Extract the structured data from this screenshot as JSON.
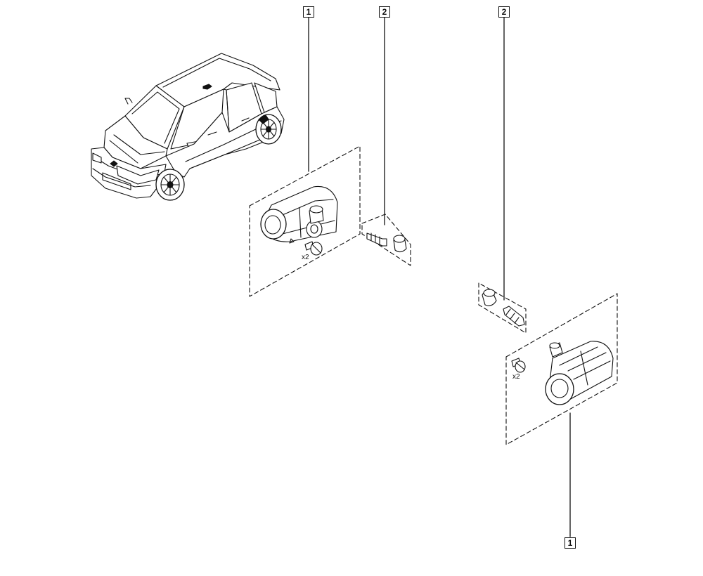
{
  "callouts": [
    {
      "ref": "1"
    },
    {
      "ref": "2"
    },
    {
      "ref": "2"
    },
    {
      "ref": "1"
    }
  ],
  "quantities": [
    {
      "text": "x2"
    },
    {
      "text": "x2"
    }
  ],
  "colors": {
    "line": "#111111",
    "background": "#ffffff"
  }
}
